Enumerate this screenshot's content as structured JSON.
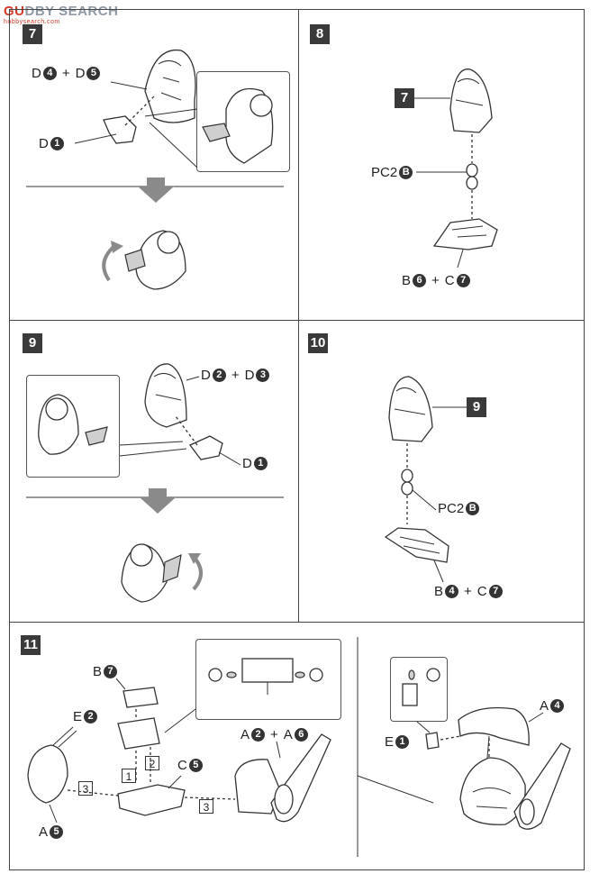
{
  "watermark": {
    "brand_a": "GU",
    "brand_b": "DBY SEARCH",
    "sub": "hobbysearch.com"
  },
  "steps": {
    "s7": {
      "num": "7",
      "labels": [
        {
          "a": "D",
          "ca": "4",
          "b": "D",
          "cb": "5"
        }
      ],
      "single": {
        "a": "D",
        "ca": "1"
      }
    },
    "s8": {
      "num": "8",
      "ref": "7",
      "pc": {
        "a": "PC2",
        "ca": "B"
      },
      "bc": {
        "a": "B",
        "ca": "6",
        "b": "C",
        "cb": "7"
      }
    },
    "s9": {
      "num": "9",
      "dd": {
        "a": "D",
        "ca": "2",
        "b": "D",
        "cb": "3"
      },
      "single": {
        "a": "D",
        "ca": "1"
      }
    },
    "s10": {
      "num": "10",
      "ref": "9",
      "pc": {
        "a": "PC2",
        "ca": "B"
      },
      "bc": {
        "a": "B",
        "ca": "4",
        "b": "C",
        "cb": "7"
      }
    },
    "s11": {
      "num": "11",
      "b7": {
        "a": "B",
        "ca": "7"
      },
      "e2": {
        "a": "E",
        "ca": "2"
      },
      "c5": {
        "a": "C",
        "ca": "5"
      },
      "a26": {
        "a": "A",
        "ca": "2",
        "b": "A",
        "cb": "6"
      },
      "a5": {
        "a": "A",
        "ca": "5"
      },
      "a4": {
        "a": "A",
        "ca": "4"
      },
      "e1": {
        "a": "E",
        "ca": "1"
      },
      "seq": [
        "1",
        "2",
        "3",
        "3"
      ]
    }
  },
  "plus_sign": "+"
}
